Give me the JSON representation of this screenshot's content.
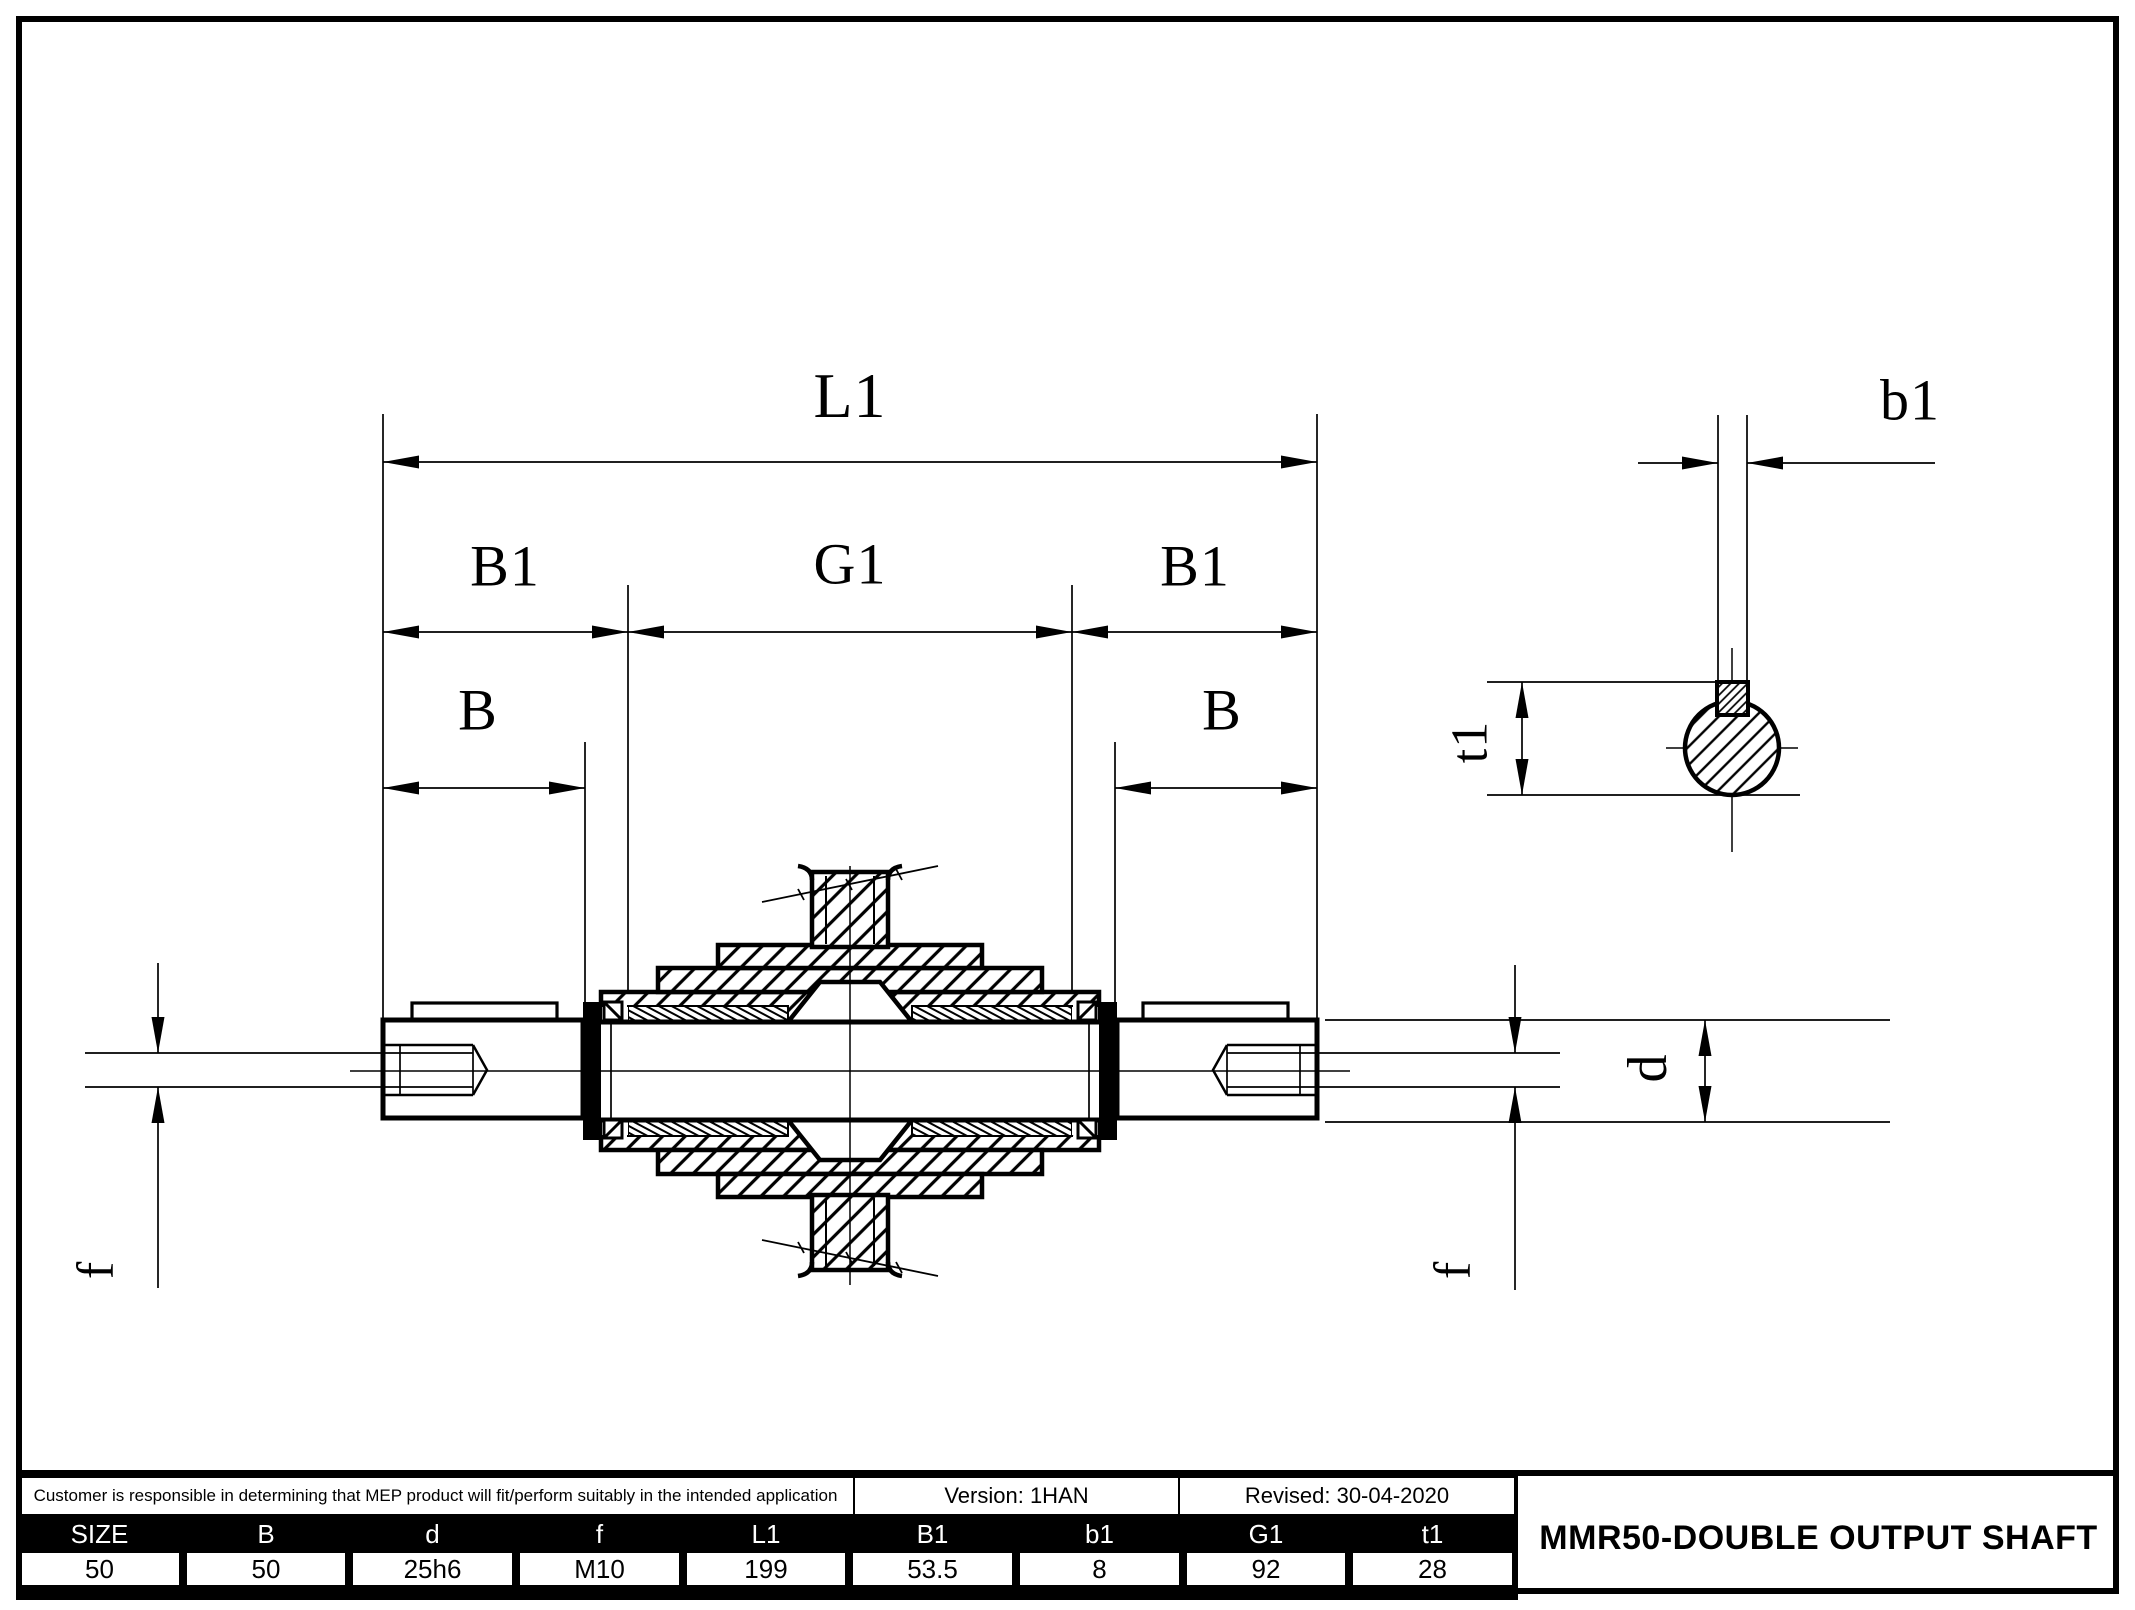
{
  "drawing": {
    "labels": {
      "L1": "L1",
      "B1": "B1",
      "G1": "G1",
      "B": "B",
      "b1": "b1",
      "t1": "t1",
      "d": "d",
      "f": "f"
    }
  },
  "title_block": {
    "disclaimer": "Customer is responsible in determining that MEP product will fit/perform suitably in the intended application",
    "version": "Version: 1HAN",
    "revised": "Revised: 30-04-2020",
    "title": "MMR50-DOUBLE OUTPUT SHAFT",
    "columns": [
      "SIZE",
      "B",
      "d",
      "f",
      "L1",
      "B1",
      "b1",
      "G1",
      "t1"
    ],
    "values": [
      "50",
      "50",
      "25h6",
      "M10",
      "199",
      "53.5",
      "8",
      "92",
      "28"
    ]
  }
}
